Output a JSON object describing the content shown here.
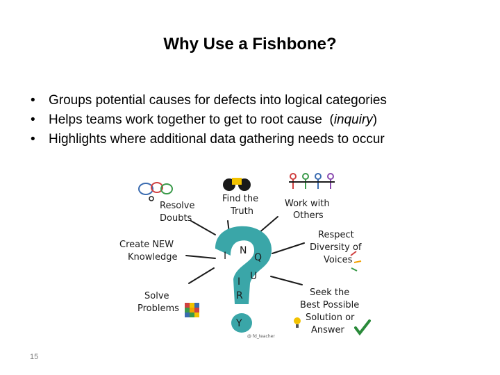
{
  "slide": {
    "title": "Why Use a Fishbone?",
    "bullets": [
      {
        "text": "Groups potential causes for defects into logical categories"
      },
      {
        "text": "Helps teams work together to get to root cause  (",
        "italic": "inquiry",
        "after": ")"
      },
      {
        "text": "Highlights where additional data gathering needs to occur"
      }
    ],
    "bullet_glyph": "•",
    "number": "15"
  },
  "illustration": {
    "labels": {
      "resolve": [
        "Resolve",
        "Doubts"
      ],
      "find": [
        "Find the",
        "Truth"
      ],
      "work": [
        "Work with",
        "Others"
      ],
      "respect": [
        "Respect",
        "Diversity of",
        "Voices"
      ],
      "create": [
        "Create NEW",
        "Knowledge"
      ],
      "solve": [
        "Solve",
        "Problems"
      ],
      "seek": [
        "Seek the",
        "Best Possible",
        "Solution or",
        "Answer"
      ]
    },
    "letters": [
      "I",
      "N",
      "Q",
      "U",
      "I",
      "R",
      "Y"
    ],
    "credit": "@ fd_teacher",
    "colors": {
      "question_mark": "#3aa6a8",
      "ink": "#1a1a1a"
    }
  }
}
